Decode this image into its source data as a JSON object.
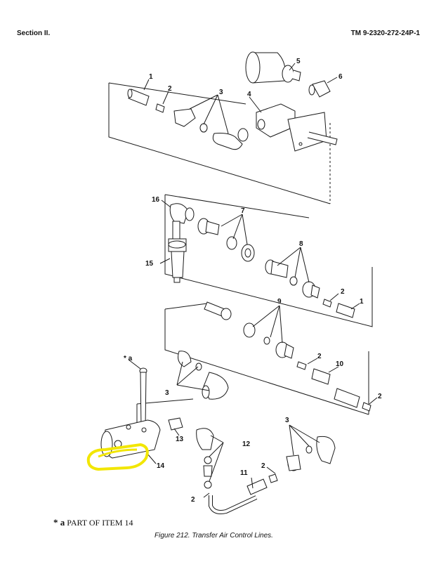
{
  "header": {
    "left": "Section II.",
    "right": "TM 9-2320-272-24P-1"
  },
  "callouts": {
    "c1": "1",
    "c2": "2",
    "c3": "3",
    "c4": "4",
    "c5": "5",
    "c6": "6",
    "c7": "7",
    "c8": "8",
    "c9": "9",
    "c10": "10",
    "c11": "11",
    "c12": "12",
    "c13": "13",
    "c14": "14",
    "c15": "15",
    "c16": "16",
    "ca": "a"
  },
  "note": {
    "star": "* a",
    "text": "PART OF ITEM 14"
  },
  "caption": "Figure 212.  Transfer Air Control Lines.",
  "highlight_color": "#f2e600"
}
